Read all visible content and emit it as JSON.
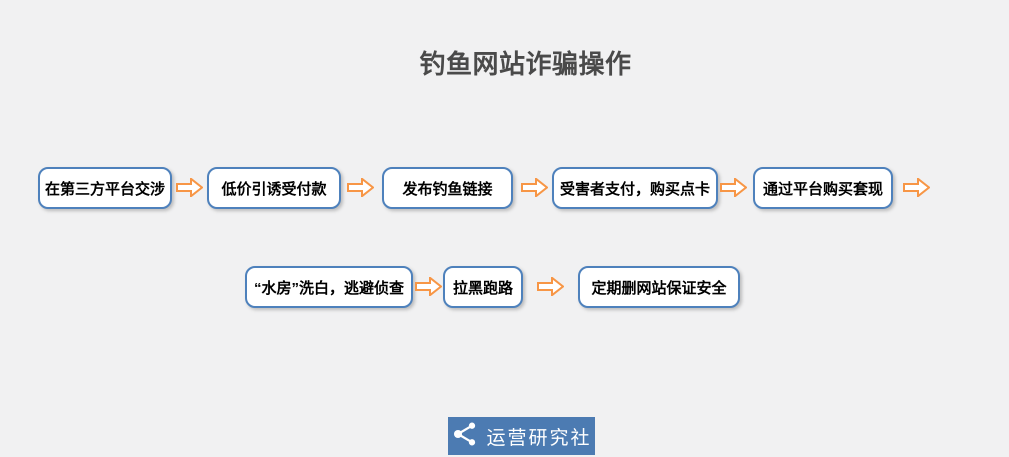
{
  "title": "钓鱼网站诈骗操作",
  "flow": {
    "row1": [
      "在第三方平台交涉",
      "低价引诱受付款",
      "发布钓鱼链接",
      "受害者支付，购买点卡",
      "通过平台购买套现"
    ],
    "row2": [
      "“水房”洗白，逃避侦查",
      "拉黑跑路",
      "定期删网站保证安全"
    ]
  },
  "logo": {
    "text": "运营研究社",
    "icon": "share-icon"
  },
  "colors": {
    "background": "#F1F1F2",
    "box_border": "#4E81BC",
    "box_fill": "#FFFFFF",
    "box_text": "#000000",
    "arrow": "#F79646",
    "title_text": "#4A4A4A",
    "logo_background": "#4C7BB2",
    "logo_text": "#FFFFFF"
  }
}
